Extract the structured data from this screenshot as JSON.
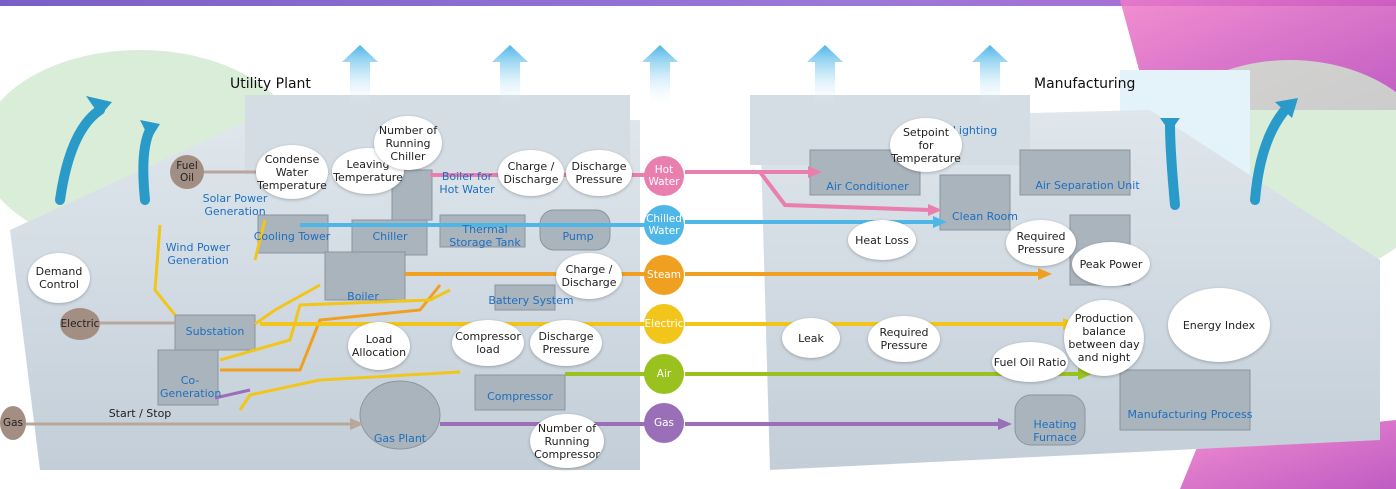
{
  "titles": {
    "utility_plant": "Utility Plant",
    "manufacturing": "Manufacturing"
  },
  "sources": {
    "fuel_oil": "Fuel\nOil",
    "electric": "Electric",
    "gas": "Gas"
  },
  "flows": {
    "hot_water": "Hot\nWater",
    "chilled_water": "Chilled\nWater",
    "steam": "Steam",
    "electric": "Electric",
    "air": "Air",
    "gas": "Gas"
  },
  "equipment": {
    "solar_power": "Solar Power\nGeneration",
    "wind_power": "Wind Power\nGeneration",
    "cooling_tower": "Cooling Tower",
    "chiller": "Chiller",
    "boiler_hot_water": "Boiler for\nHot Water",
    "thermal_storage": "Thermal\nStorage Tank",
    "pump": "Pump",
    "boiler": "Boiler",
    "battery": "Battery System",
    "substation": "Substation",
    "co_generation": "Co-\nGeneration",
    "compressor": "Compressor",
    "gas_plant": "Gas Plant",
    "air_conditioner": "Air Conditioner",
    "lighting": "Lighting",
    "clean_room": "Clean Room",
    "air_separation": "Air Separation Unit",
    "heating_furnace": "Heating\nFurnace",
    "manufacturing_process": "Manufacturing Process"
  },
  "callouts": {
    "demand_control": "Demand\nControl",
    "condense_water_temp": "Condense\nWater\nTemperature",
    "leaving_temp": "Leaving\nTemperature",
    "running_chiller": "Number of\nRunning\nChiller",
    "charge_discharge_1": "Charge /\nDischarge",
    "discharge_pressure_1": "Discharge\nPressure",
    "charge_discharge_2": "Charge /\nDischarge",
    "load_allocation": "Load\nAllocation",
    "compressor_load": "Compressor\nload",
    "discharge_pressure_2": "Discharge\nPressure",
    "running_compressor": "Number of\nRunning\nCompressor",
    "start_stop": "Start / Stop",
    "setpoint_temp": "Setpoint\nfor\nTemperature",
    "heat_loss": "Heat Loss",
    "required_pressure_1": "Required\nPressure",
    "peak_power": "Peak Power",
    "leak": "Leak",
    "required_pressure_2": "Required\nPressure",
    "fuel_oil_ratio": "Fuel Oil Ratio",
    "production_balance": "Production\nbalance\nbetween day\nand night",
    "energy_index": "Energy Index"
  },
  "colors": {
    "hot_water": "#e87fae",
    "chilled_water": "#4fb6e8",
    "steam": "#f0a020",
    "electric": "#f2c51a",
    "air": "#9ac21e",
    "gas": "#9a6fb8",
    "gas_feed": "#b7a79c",
    "title_bar": "#7a5fc8",
    "label_blue": "#1f6fbf"
  }
}
